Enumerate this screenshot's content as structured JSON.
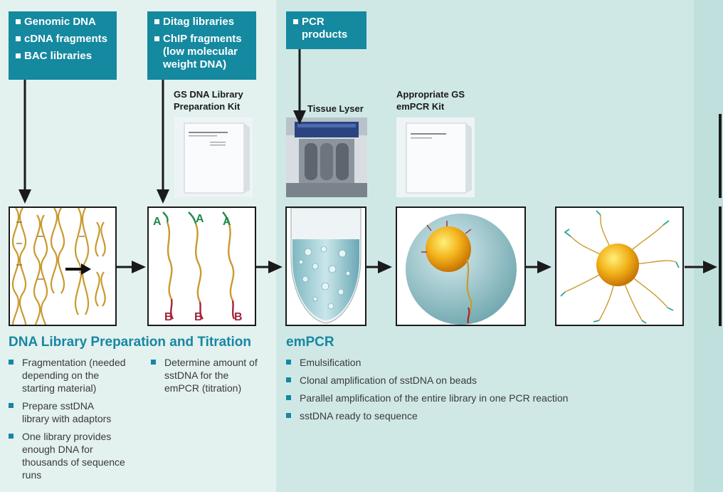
{
  "sources": {
    "box1": [
      "Genomic DNA",
      "cDNA fragments",
      "BAC libraries"
    ],
    "box2": [
      "Ditag libraries",
      "ChIP fragments (low molecular weight DNA)"
    ],
    "box3": [
      "PCR products"
    ]
  },
  "products": {
    "library_kit": "GS DNA Library Preparation Kit",
    "tissue_lyser": "Tissue Lyser",
    "empcr_kit": "Appropriate GS emPCR Kit"
  },
  "strand_labels": {
    "top": "A",
    "bottom": "B"
  },
  "sections": {
    "library": {
      "title": "DNA Library Preparation and Titration",
      "bullets_col1": [
        "Fragmentation (needed depending on the starting material)",
        "Prepare sstDNA library with adaptors",
        "One library provides enough DNA for thousands of sequence runs"
      ],
      "bullets_col2": [
        "Determine amount of sstDNA for the emPCR (titration)"
      ]
    },
    "empcr": {
      "title": "emPCR",
      "bullets": [
        "Emulsification",
        "Clonal amplification of sstDNA on beads",
        "Parallel amplification of the entire library in one PCR reaction",
        "sstDNA ready to sequence"
      ]
    }
  },
  "colors": {
    "teal_box": "#14899f",
    "heading": "#1786a3",
    "dna_gold": "#c99a2e",
    "adaptor_green": "#1f8a4c",
    "adaptor_red": "#a3243a"
  }
}
